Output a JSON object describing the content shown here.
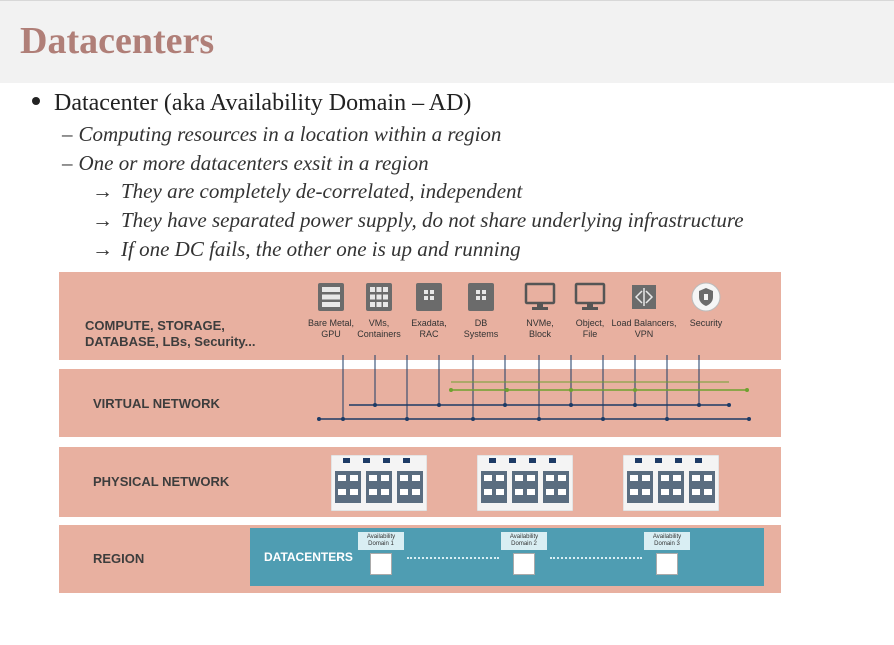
{
  "header": {
    "title": "Datacenters"
  },
  "bullets": {
    "main": "Datacenter (aka Availability Domain – AD)",
    "sub": [
      "Computing resources in a location within a region",
      "One or more datacenters exsit in a region"
    ],
    "subsub": [
      "They are completely de-correlated, independent",
      "They have separated power supply, do not share underlying infrastructure",
      "If one DC fails, the other one is up and running"
    ]
  },
  "diagram": {
    "layers": {
      "compute_line1": "COMPUTE, STORAGE,",
      "compute_line2": "DATABASE, LBs, Security...",
      "virtual": "VIRTUAL NETWORK",
      "physical": "PHYSICAL NETWORK",
      "region": "REGION"
    },
    "services": [
      {
        "l1": "Bare Metal,",
        "l2": "GPU",
        "icon": "server-rack-icon"
      },
      {
        "l1": "VMs,",
        "l2": "Containers",
        "icon": "vm-grid-icon"
      },
      {
        "l1": "Exadata,",
        "l2": "RAC",
        "icon": "database-server-icon"
      },
      {
        "l1": "DB",
        "l2": "Systems",
        "icon": "database-server-icon"
      },
      {
        "l1": "NVMe,",
        "l2": "Block",
        "icon": "monitor-icon"
      },
      {
        "l1": "Object,",
        "l2": "File",
        "icon": "monitor-icon"
      },
      {
        "l1": "Load Balancers,",
        "l2": "VPN",
        "icon": "load-balancer-icon"
      },
      {
        "l1": "Security",
        "l2": "",
        "icon": "shield-icon"
      }
    ],
    "datacenters_label": "DATACENTERS",
    "availability_domains": [
      {
        "l1": "Availability",
        "l2": "Domain 1"
      },
      {
        "l1": "Availability",
        "l2": "Domain 2"
      },
      {
        "l1": "Availability",
        "l2": "Domain 3"
      }
    ],
    "colors": {
      "band": "#e8b0a0",
      "datacenter": "#4f9db2",
      "title": "#b07f78",
      "green_line": "#6fa12f",
      "navy_line": "#1d3b66"
    }
  }
}
